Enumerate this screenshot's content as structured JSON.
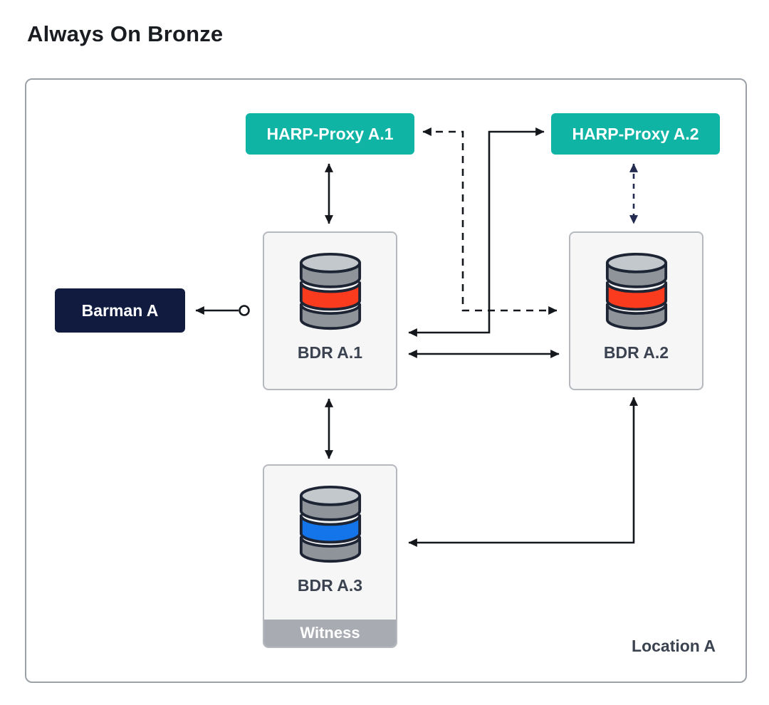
{
  "diagram": {
    "title": "Always On Bronze",
    "location_label": "Location A"
  },
  "proxies": {
    "a1": {
      "label": "HARP-Proxy A.1"
    },
    "a2": {
      "label": "HARP-Proxy A.2"
    }
  },
  "barman": {
    "label": "Barman A"
  },
  "nodes": {
    "a1": {
      "label": "BDR A.1",
      "disk_color": "#fb3b1e"
    },
    "a2": {
      "label": "BDR A.2",
      "disk_color": "#fb3b1e"
    },
    "a3": {
      "label": "BDR A.3",
      "disk_color": "#1375e9",
      "badge": "Witness"
    }
  },
  "colors": {
    "proxy_teal": "#0fb4a4",
    "barman_navy": "#101b3f",
    "node_fill": "#f6f6f7",
    "node_border": "#b5b9be",
    "witness_gray": "#a8acb2",
    "arrow_black": "#14171c",
    "arrow_navy_dashed": "#232b50"
  }
}
